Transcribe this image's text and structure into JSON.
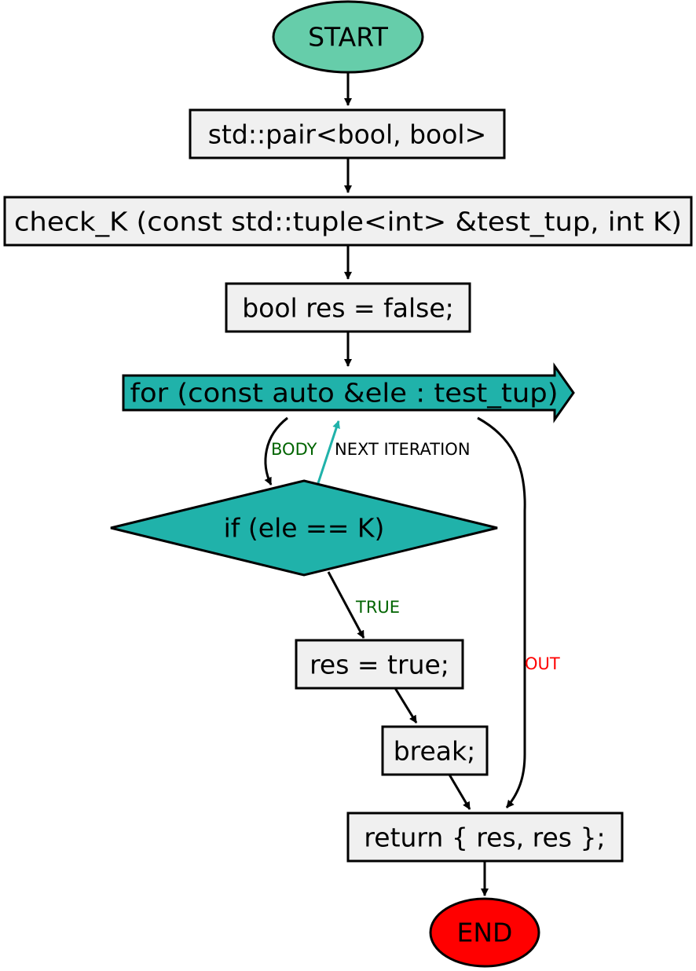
{
  "nodes": {
    "start": "START",
    "decl": "std::pair<bool, bool>",
    "signature": "check_K (const std::tuple<int> &test_tup, int K)",
    "init": "bool res = false;",
    "loop": "for (const auto &ele : test_tup)",
    "condition": "if (ele == K)",
    "assign": "res = true;",
    "brk": "break;",
    "ret": "return { res, res };",
    "end": "END"
  },
  "edge_labels": {
    "body": "BODY",
    "next": "NEXT ITERATION",
    "true_branch": "TRUE",
    "out": "OUT"
  },
  "colors": {
    "start_fill": "#66cdaa",
    "end_fill": "#ff0000",
    "process_fill": "#f0f0f0",
    "loop_fill": "#20b2aa",
    "loop_back_edge": "#20b2aa",
    "label_green": "#006400",
    "label_red": "#ff0000",
    "label_black": "#000000"
  }
}
